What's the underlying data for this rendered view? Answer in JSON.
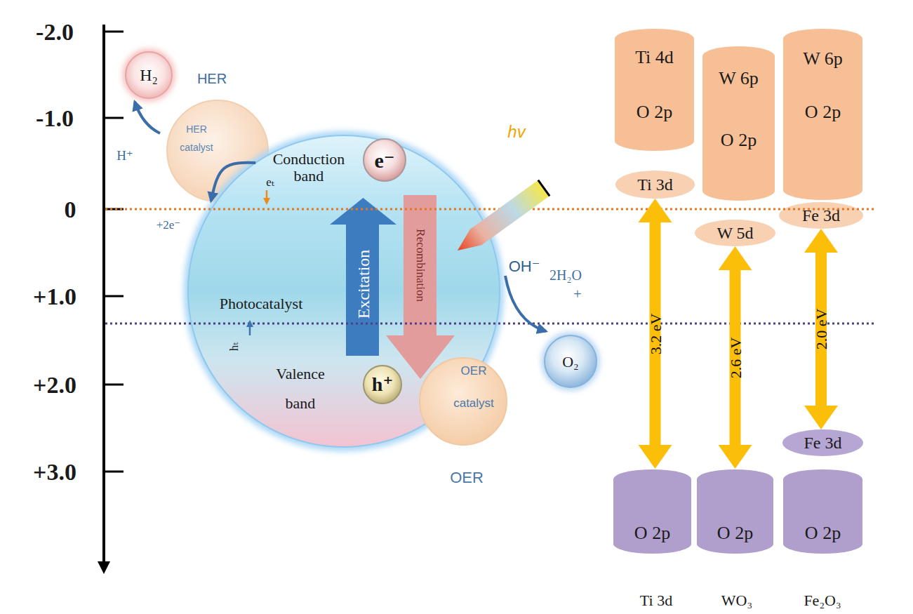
{
  "diagram": {
    "nodes": [
      {
        "text": [
          "H₂"
        ]
      },
      {
        "text": [
          "HER catalyst"
        ]
      },
      {
        "text": [
          "Conduction band",
          "Photocatalyst",
          "Valence band"
        ]
      },
      {
        "text": [
          "e⁻"
        ],
        "in": 2
      },
      {
        "text": [
          "Excitation"
        ],
        "in": 2
      },
      {
        "text": [
          "Recombination"
        ],
        "in": 2
      },
      {
        "text": [
          "h⁺"
        ],
        "in": 2
      },
      {
        "text": [
          "OER catalyst"
        ]
      },
      {
        "text": [
          "O₂"
        ]
      },
      {
        "text": [
          "Ti 4d",
          "O 2p"
        ]
      },
      {
        "text": [
          "Ti 3d"
        ]
      },
      {
        "text": [
          "W 6p",
          "O 2p"
        ]
      },
      {
        "text": [
          "W 5d"
        ]
      },
      {
        "text": [
          "W 6p",
          "O 2p"
        ]
      },
      {
        "text": [
          "Fe 3d"
        ]
      },
      {
        "text": [
          "O 2p"
        ]
      },
      {
        "text": [
          "O 2p"
        ]
      },
      {
        "text": [
          "Fe 3d"
        ]
      },
      {
        "text": [
          "O 2p"
        ]
      }
    ],
    "edges": [
      {
        "from": 2,
        "to": 1,
        "arrow": "to"
      },
      {
        "from": 10,
        "to": 15,
        "arrow": "both",
        "label": "3.2 eV"
      },
      {
        "from": 12,
        "to": 16,
        "arrow": "both",
        "label": "2.6 eV"
      },
      {
        "from": 14,
        "to": 17,
        "arrow": "both",
        "label": "2.0 eV"
      }
    ],
    "labels": [
      "-2.0",
      "-1.0",
      "0",
      "+1.0",
      "+2.0",
      "+3.0",
      "HER",
      "H⁺",
      "eₜ",
      "+2e⁻",
      "hₜ",
      "hv",
      "OH⁻",
      "2H₂O",
      "+",
      "OER",
      "Ti 3d",
      "WO₃",
      "Fe₂O₃"
    ]
  }
}
